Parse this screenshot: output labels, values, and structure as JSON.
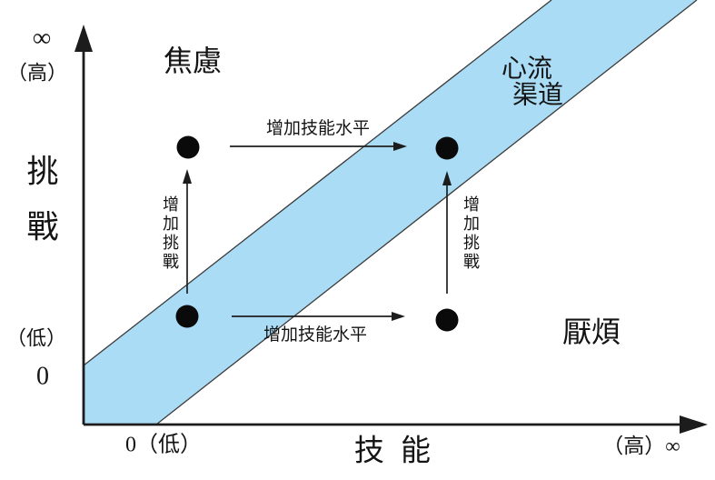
{
  "colors": {
    "band_fill": "#aadcf5",
    "band_edge": "#3b3b3b",
    "ink": "#141414",
    "dot": "#0a0a0a"
  },
  "y_axis": {
    "infinity": "∞",
    "high": "（高）",
    "title_char1": "挑",
    "title_char2": "戰",
    "low": "（低）",
    "zero": "0"
  },
  "x_axis": {
    "origin": "0（低）",
    "title": "技能",
    "high_infinity": "（高）∞"
  },
  "regions": {
    "anxiety": "焦慮",
    "flow_line1": "心流",
    "flow_line2": "渠道",
    "boredom": "厭煩"
  },
  "annotations": {
    "increase_skill_top": "增加技能水平",
    "increase_skill_bottom": "增加技能水平",
    "increase_challenge_left": "增加挑戰",
    "increase_challenge_right": "增加挑戰"
  },
  "diagram_data": {
    "type": "flow-channel-model",
    "x_dimension": "技能 (low→high, 0→∞)",
    "y_dimension": "挑戰 (low→high, 0→∞)",
    "band_label": "心流渠道",
    "points": [
      {
        "id": "A",
        "skill": "low",
        "challenge": "high",
        "region": "焦慮"
      },
      {
        "id": "B",
        "skill": "high",
        "challenge": "high",
        "region": "心流渠道"
      },
      {
        "id": "C",
        "skill": "low",
        "challenge": "low",
        "region": "心流渠道"
      },
      {
        "id": "D",
        "skill": "high",
        "challenge": "low",
        "region": "厭煩"
      }
    ],
    "transitions": [
      {
        "from": "A",
        "to": "B",
        "label": "增加技能水平",
        "direction": "right"
      },
      {
        "from": "C",
        "to": "D",
        "label": "增加技能水平",
        "direction": "right"
      },
      {
        "from": "C",
        "to": "A",
        "label": "增加挑戰",
        "direction": "up"
      },
      {
        "from": "D",
        "to": "B",
        "label": "增加挑戰",
        "direction": "up"
      }
    ]
  }
}
